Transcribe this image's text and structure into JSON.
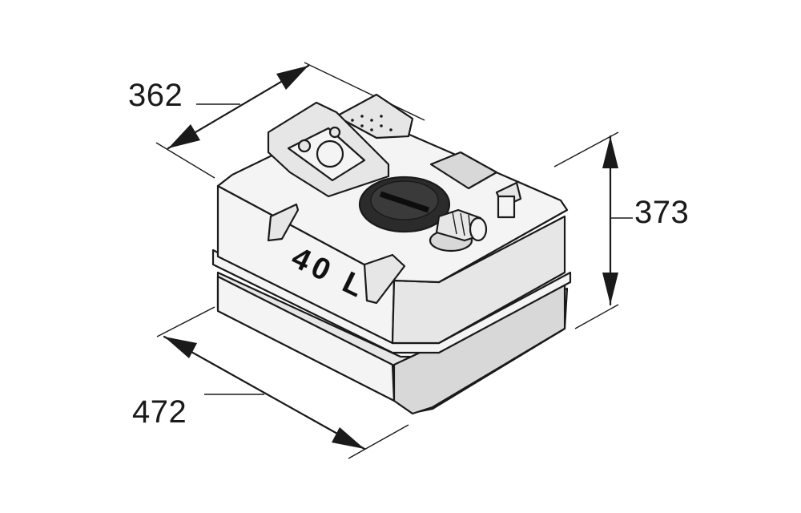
{
  "diagram": {
    "capacity_label": "40 L",
    "dimensions": {
      "depth": "362",
      "height": "373",
      "width": "472"
    },
    "colors": {
      "outline": "#1a1a1a",
      "body_light": "#f4f4f4",
      "body_mid": "#e6e6e6",
      "body_dark": "#d8d8d8",
      "cap": "#2b2b2b"
    }
  }
}
